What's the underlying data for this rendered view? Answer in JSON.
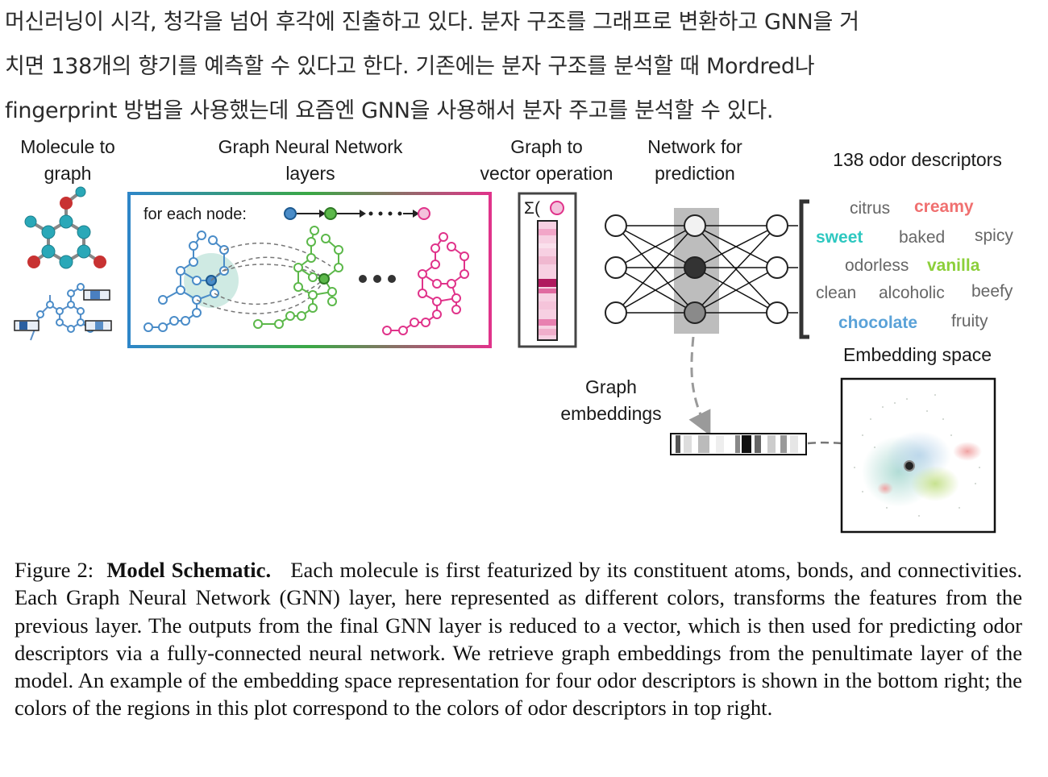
{
  "intro": {
    "line1": "머신러닝이 시각, 청각을 넘어 후각에 진출하고 있다. 분자 구조를 그래프로 변환하고 GNN을 거",
    "line2": "치면 138개의 향기를 예측할 수 있다고 한다. 기존에는 분자 구조를 분석할 때 Mordred나",
    "line3": "fingerprint 방법을 사용했는데 요즘엔 GNN을 사용해서 분자 주고를 분석할 수 있다."
  },
  "figure": {
    "col_molecule": "Molecule to\ngraph",
    "col_gnn": "Graph Neural Network\nlayers",
    "col_graph_vec": "Graph to\nvector operation",
    "col_network": "Network for\nprediction",
    "descriptors_title": "138 odor descriptors",
    "for_each_node": "for each node:",
    "sum_symbol": "Σ(",
    "graph_embeddings": "Graph\nembeddings",
    "embedding_space": "Embedding space",
    "descriptors": [
      {
        "text": "citrus",
        "color": "#666666",
        "bold": false
      },
      {
        "text": "creamy",
        "color": "#f07070",
        "bold": true
      },
      {
        "text": "sweet",
        "color": "#2ec8c0",
        "bold": true
      },
      {
        "text": "baked",
        "color": "#666666",
        "bold": false
      },
      {
        "text": "spicy",
        "color": "#666666",
        "bold": false
      },
      {
        "text": "odorless",
        "color": "#666666",
        "bold": false
      },
      {
        "text": "vanilla",
        "color": "#8ccf3a",
        "bold": true
      },
      {
        "text": "clean",
        "color": "#666666",
        "bold": false
      },
      {
        "text": "alcoholic",
        "color": "#666666",
        "bold": false
      },
      {
        "text": "beefy",
        "color": "#666666",
        "bold": false
      },
      {
        "text": "chocolate",
        "color": "#5aa2d8",
        "bold": true
      },
      {
        "text": "fruity",
        "color": "#666666",
        "bold": false
      }
    ],
    "colors": {
      "layer1": "#4a8cc8",
      "layer2": "#5cb84a",
      "layer3": "#e0338a",
      "molecule_teal": "#2aa8b8",
      "molecule_red": "#c83232"
    }
  },
  "caption": {
    "fig_label": "Figure 2:",
    "fig_title": "Model Schematic.",
    "text": "Each molecule is first featurized by its constituent atoms, bonds, and connectivities. Each Graph Neural Network (GNN) layer, here represented as different colors, transforms the features from the previous layer. The outputs from the final GNN layer is reduced to a vector, which is then used for predicting odor descriptors via a fully-connected neural network. We retrieve graph embeddings from the penultimate layer of the model. An example of the embedding space representation for four odor descriptors is shown in the bottom right; the colors of the regions in this plot correspond to the colors of odor descriptors in top right."
  }
}
